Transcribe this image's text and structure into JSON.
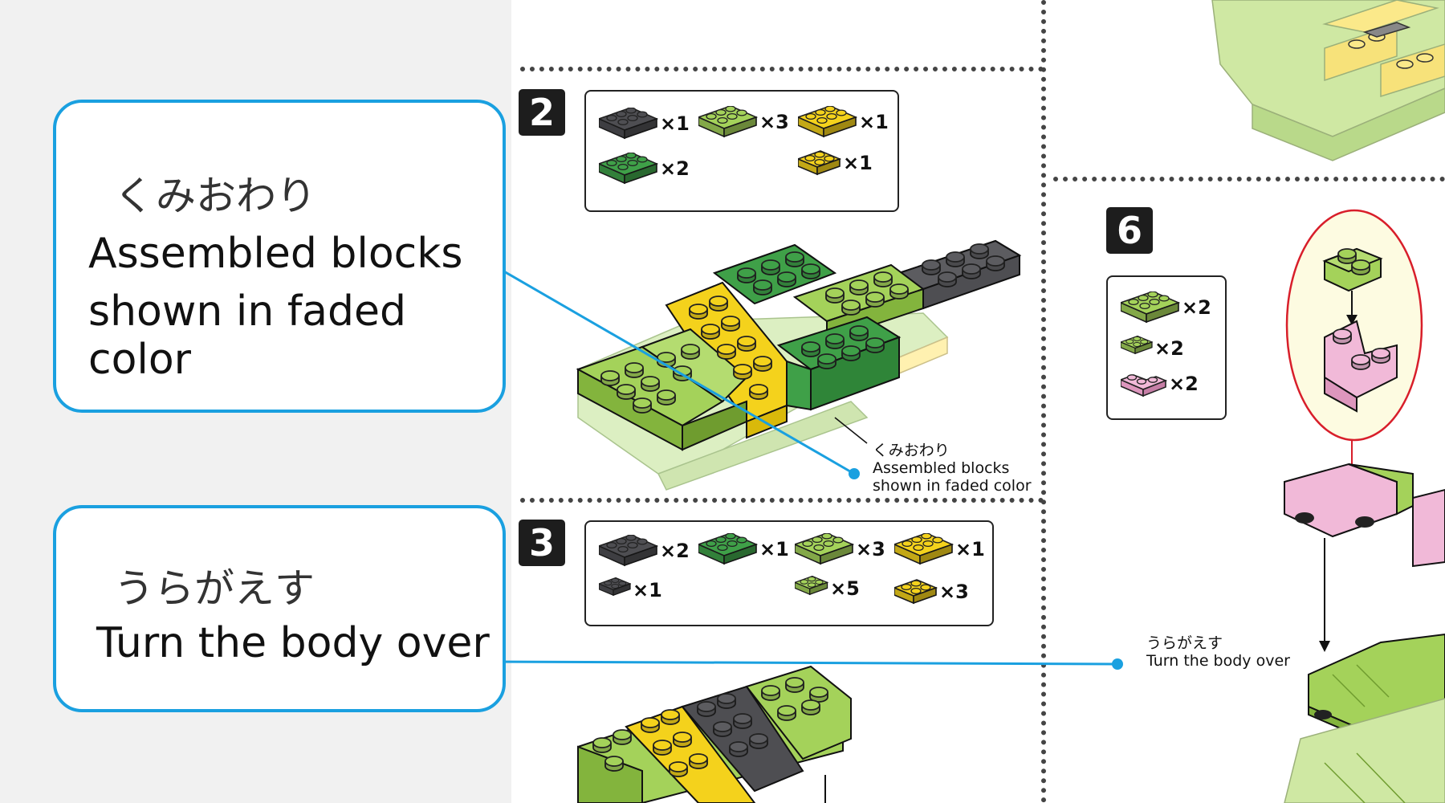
{
  "steps": {
    "two": "2",
    "three": "3",
    "six": "6"
  },
  "parts_step2": {
    "dark_2x3": "×1",
    "lime_2x3": "×3",
    "yellow_2x3": "×1",
    "green_2x3": "×2",
    "yellow_2x2": "×1"
  },
  "parts_step3": {
    "dark_2x3": "×2",
    "green_2x3": "×1",
    "lime_2x3": "×3",
    "yellow_2x3": "×1",
    "dark_2x2": "×1",
    "lime_2x2": "×5",
    "yellow_2x2": "×3"
  },
  "parts_step6": {
    "lime_2x3": "×2",
    "lime_2x2": "×2",
    "pink_corner": "×2"
  },
  "callouts": {
    "assembled": {
      "jp": "くみおわり",
      "en_line1": "Assembled blocks",
      "en_line2": "shown in faded color"
    },
    "turn": {
      "jp": "うらがえす",
      "en": "Turn the body over"
    }
  },
  "labels": {
    "assembled": {
      "jp": "くみおわり",
      "en_line1": "Assembled blocks",
      "en_line2": "shown in faded color"
    },
    "turn": {
      "jp": "うらがえす",
      "en": "Turn the body over"
    }
  },
  "colors": {
    "accent": "#1aa0e0",
    "lime": "#a4d25a",
    "green": "#3fa048",
    "yellow": "#f4d21c",
    "dark": "#4e4e52",
    "pink": "#f1b9d8",
    "faded_lime": "#cfe8a3"
  }
}
